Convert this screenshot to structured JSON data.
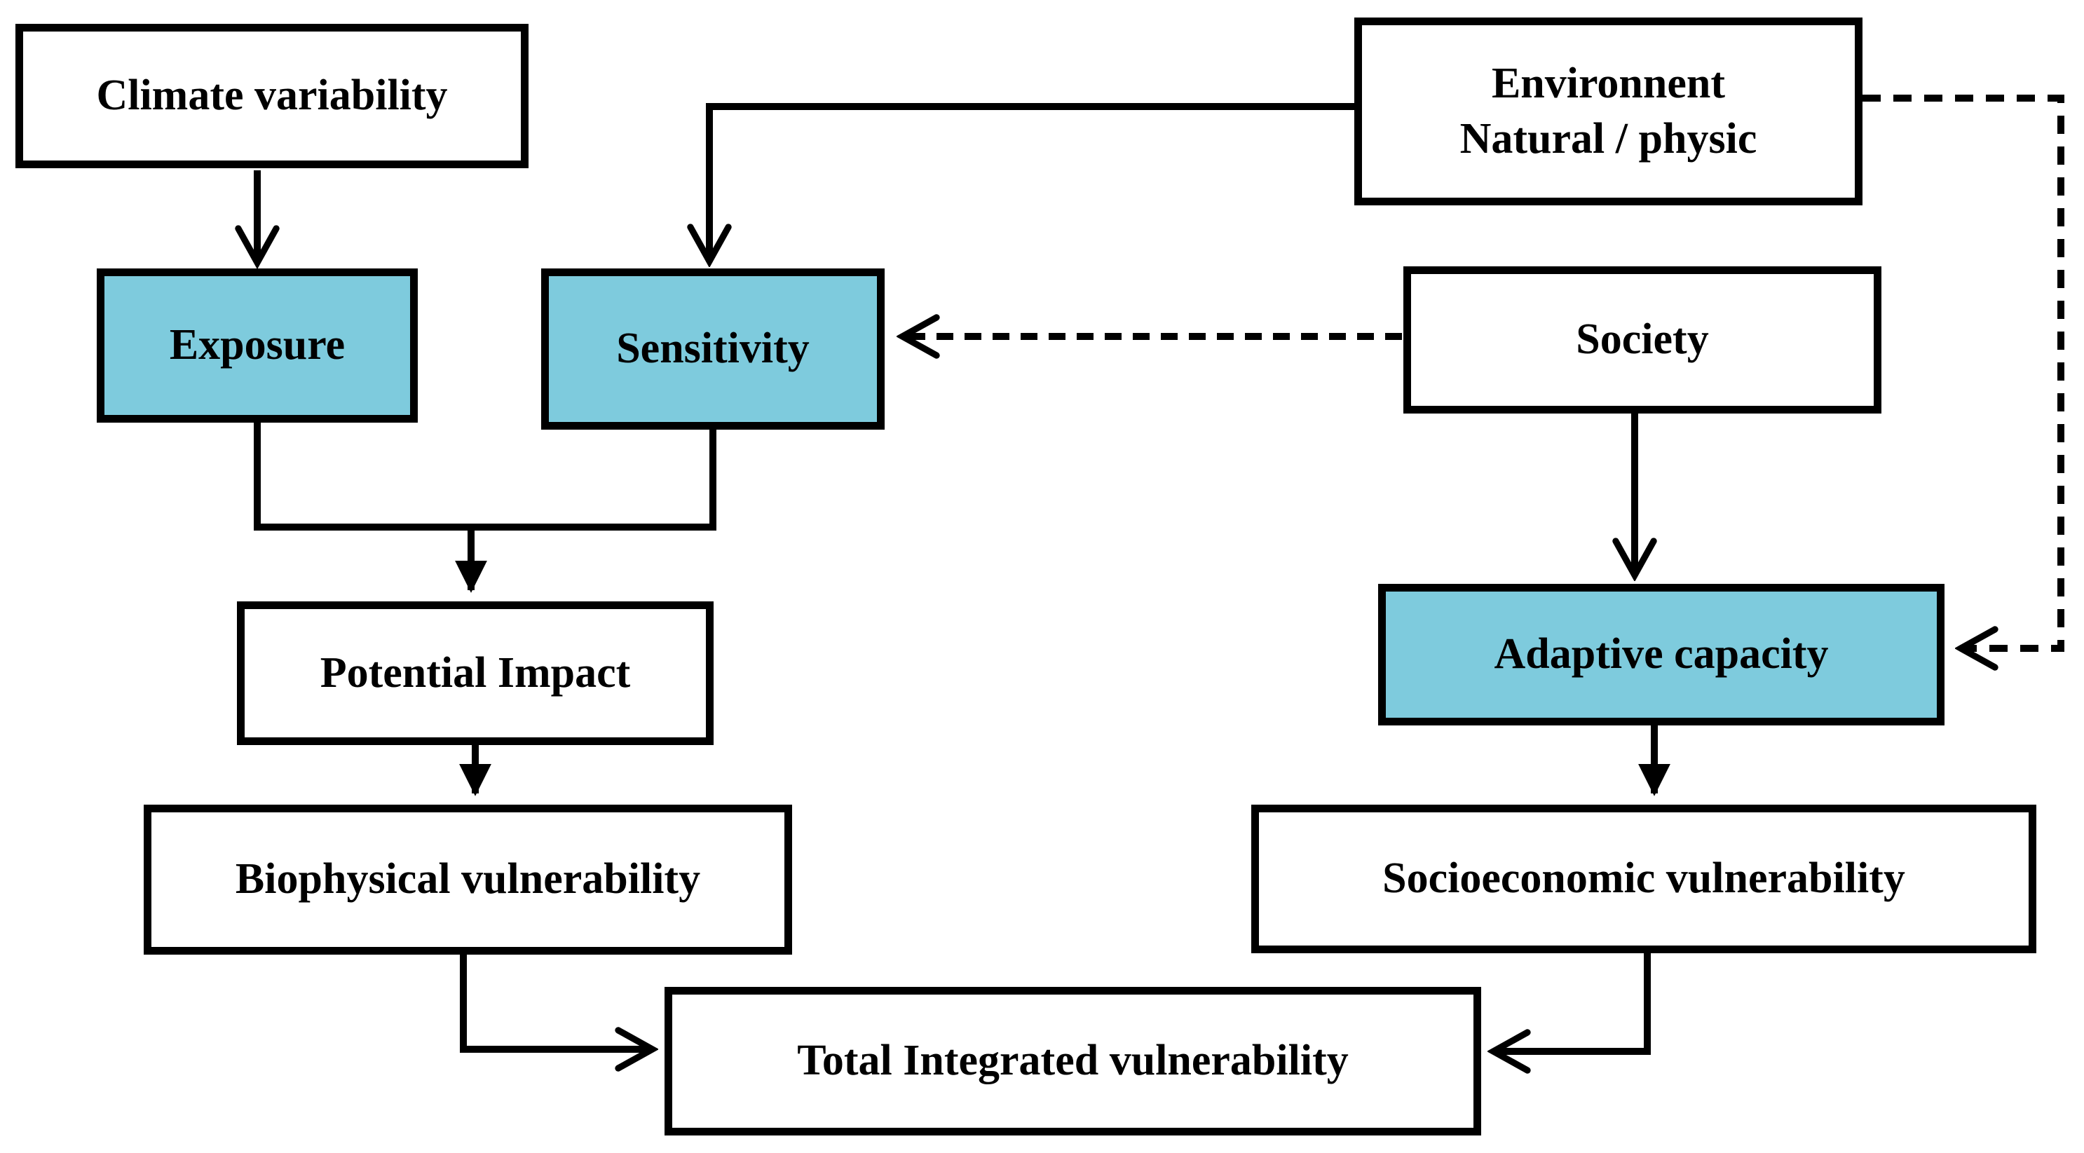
{
  "diagram": {
    "type": "flowchart",
    "background": "#ffffff",
    "colors": {
      "box_border": "#000000",
      "highlight_fill": "#7ecbdd",
      "plain_fill": "#ffffff",
      "text": "#000000",
      "line": "#000000"
    },
    "nodes": [
      {
        "id": "climate",
        "label": "Climate variability",
        "fill": "white"
      },
      {
        "id": "environment",
        "label": "Environnent\nNatural / physic",
        "fill": "white"
      },
      {
        "id": "exposure",
        "label": "Exposure",
        "fill": "cyan"
      },
      {
        "id": "sensitivity",
        "label": "Sensitivity",
        "fill": "cyan"
      },
      {
        "id": "society",
        "label": "Society",
        "fill": "white"
      },
      {
        "id": "adaptive",
        "label": "Adaptive capacity",
        "fill": "cyan"
      },
      {
        "id": "potential",
        "label": "Potential Impact",
        "fill": "white"
      },
      {
        "id": "biophysical",
        "label": "Biophysical vulnerability",
        "fill": "white"
      },
      {
        "id": "socioeconomic",
        "label": "Socioeconomic vulnerability",
        "fill": "white"
      },
      {
        "id": "total",
        "label": "Total Integrated vulnerability",
        "fill": "white"
      }
    ],
    "edges": [
      {
        "from": "Climate variability",
        "to": "Exposure",
        "style": "solid",
        "arrow": "open"
      },
      {
        "from": "Environnent Natural / physic",
        "to": "Sensitivity",
        "style": "solid",
        "arrow": "open"
      },
      {
        "from": "Environnent Natural / physic",
        "to": "Adaptive capacity",
        "style": "dashed",
        "arrow": "open"
      },
      {
        "from": "Society",
        "to": "Sensitivity",
        "style": "dashed",
        "arrow": "open"
      },
      {
        "from": "Society",
        "to": "Adaptive capacity",
        "style": "solid",
        "arrow": "open"
      },
      {
        "from": "Exposure + Sensitivity",
        "to": "Potential Impact",
        "style": "solid",
        "arrow": "filled"
      },
      {
        "from": "Potential Impact",
        "to": "Biophysical vulnerability",
        "style": "solid",
        "arrow": "filled"
      },
      {
        "from": "Adaptive capacity",
        "to": "Socioeconomic vulnerability",
        "style": "solid",
        "arrow": "filled"
      },
      {
        "from": "Biophysical vulnerability",
        "to": "Total Integrated vulnerability",
        "style": "solid",
        "arrow": "open"
      },
      {
        "from": "Socioeconomic vulnerability",
        "to": "Total Integrated vulnerability",
        "style": "solid",
        "arrow": "open"
      }
    ]
  }
}
